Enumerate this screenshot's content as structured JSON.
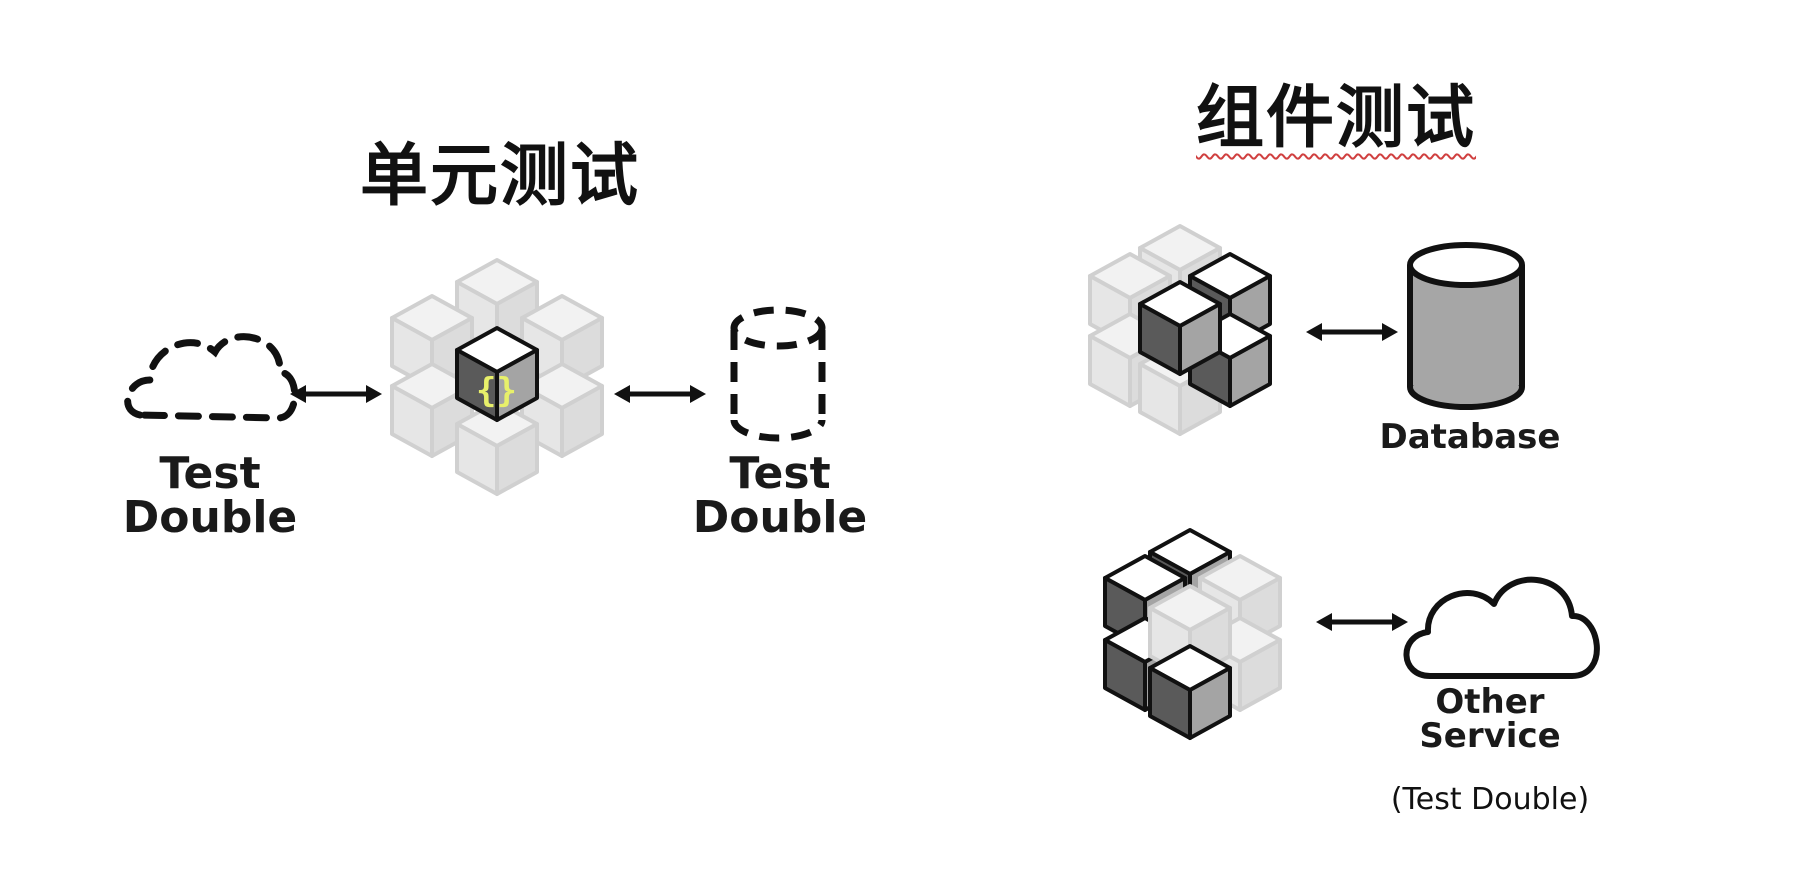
{
  "titles": {
    "unit_testing": "单元测试",
    "component_testing": "组件测试"
  },
  "unit": {
    "left_label_line1": "Test",
    "left_label_line2": "Double",
    "right_label_line1": "Test",
    "right_label_line2": "Double",
    "code_glyph": "{}"
  },
  "component": {
    "database_label": "Database",
    "service_label_line1": "Other",
    "service_label_line2": "Service",
    "service_note": "(Test Double)"
  },
  "icons": [
    "cloud-dashed-icon",
    "cube-grid-icon",
    "database-dashed-icon",
    "database-icon",
    "cloud-icon",
    "double-arrow-icon"
  ],
  "colors": {
    "faded": "#e8e8e8",
    "faded_stroke": "#cfcfcf",
    "dark": "#555555",
    "mid": "#9a9a9a",
    "code": "#e8f06a"
  }
}
